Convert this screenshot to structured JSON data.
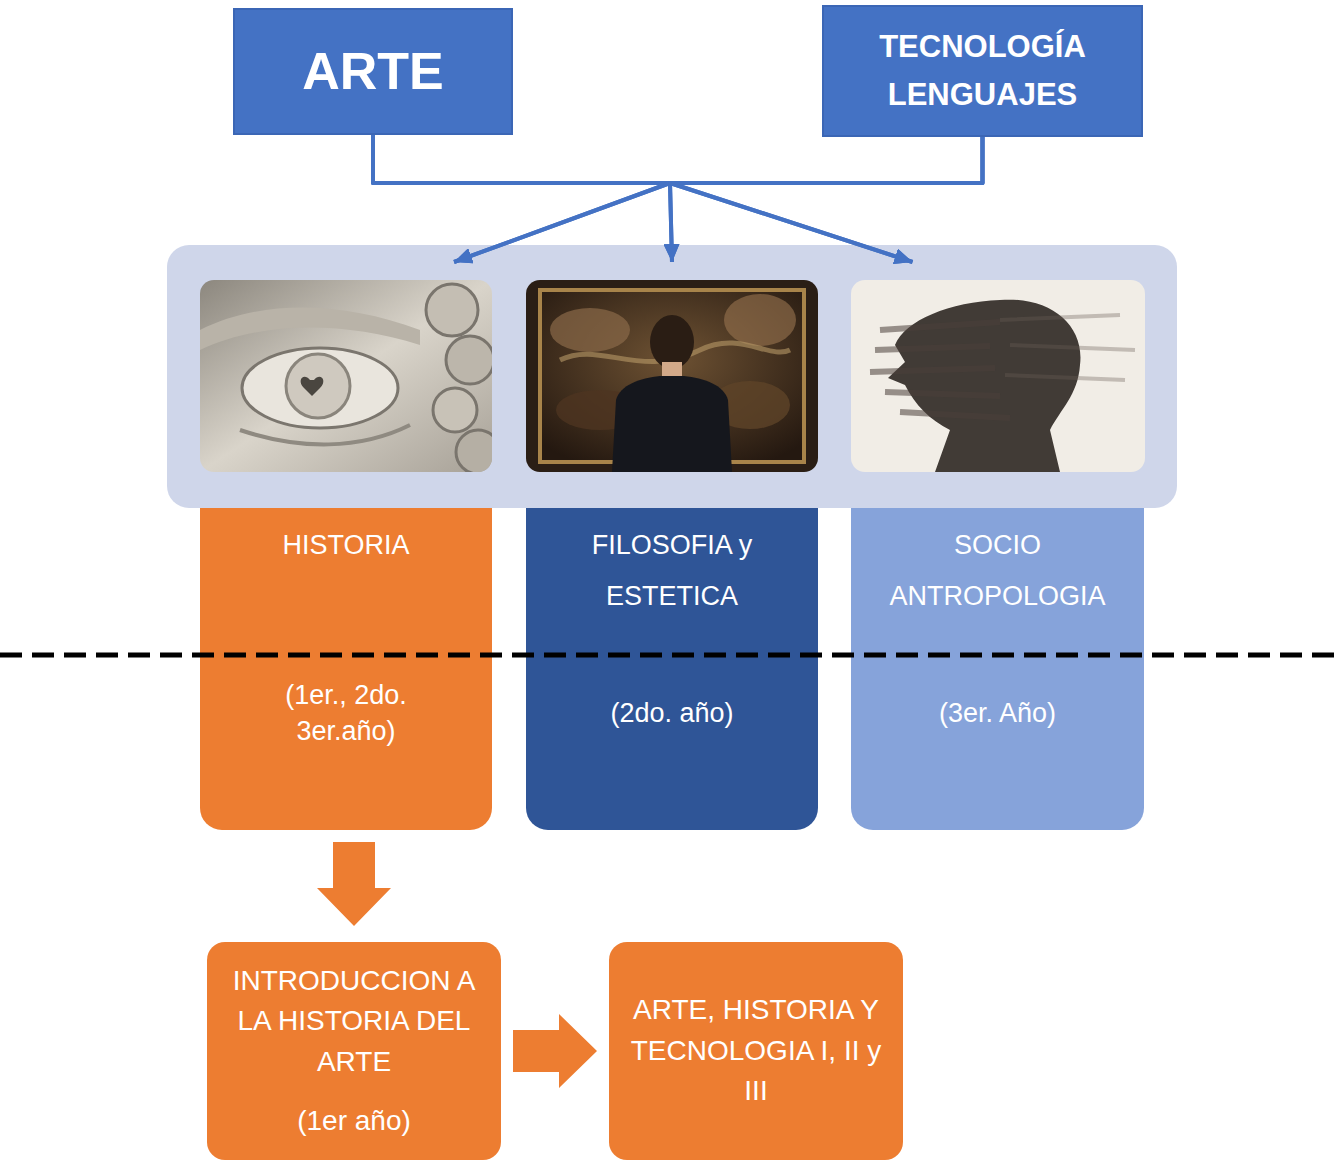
{
  "diagram": {
    "nodes": [
      {
        "text": [
          "ARTE"
        ]
      },
      {
        "text": [
          "TECNOLOGÍA LENGUAJES"
        ]
      },
      {
        "text": [
          "HISTORIA",
          "(1er., 2do. 3er.año)"
        ]
      },
      {
        "text": [
          "FILOSOFIA y ESTETICA",
          "(2do. año)"
        ]
      },
      {
        "text": [
          "SOCIO ANTROPOLOGIA",
          "(3er. Año)"
        ]
      },
      {
        "text": [
          "INTRODUCCION A LA HISTORIA DEL ARTE",
          "(1er año)"
        ]
      },
      {
        "text": [
          "ARTE, HISTORIA Y TECNOLOGIA I, II y III"
        ]
      }
    ],
    "edges": [
      {
        "from": 0,
        "to": 2,
        "arrow": "to"
      },
      {
        "from": 0,
        "to": 3,
        "arrow": "to"
      },
      {
        "from": 0,
        "to": 4,
        "arrow": "to"
      },
      {
        "from": 1,
        "to": 2,
        "arrow": "to"
      },
      {
        "from": 1,
        "to": 3,
        "arrow": "to"
      },
      {
        "from": 1,
        "to": 4,
        "arrow": "to"
      },
      {
        "from": 2,
        "to": 5,
        "arrow": "to"
      },
      {
        "from": 5,
        "to": 6,
        "arrow": "to"
      }
    ]
  }
}
